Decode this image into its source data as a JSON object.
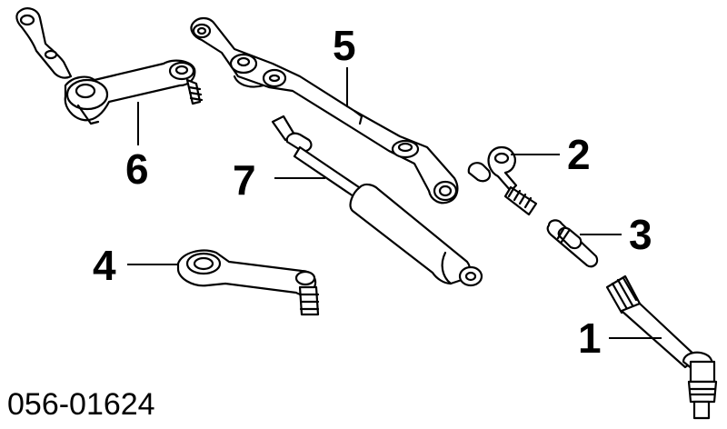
{
  "diagram": {
    "callouts": {
      "tie_rod_end": "1",
      "inner_tie_rod_end": "2",
      "adjusting_sleeve": "3",
      "pitman_arm": "4",
      "center_link": "5",
      "idler_arm": "6",
      "steering_damper": "7"
    },
    "part_number": "056-01624"
  },
  "colors": {
    "ink": "#000000",
    "background": "#ffffff"
  }
}
